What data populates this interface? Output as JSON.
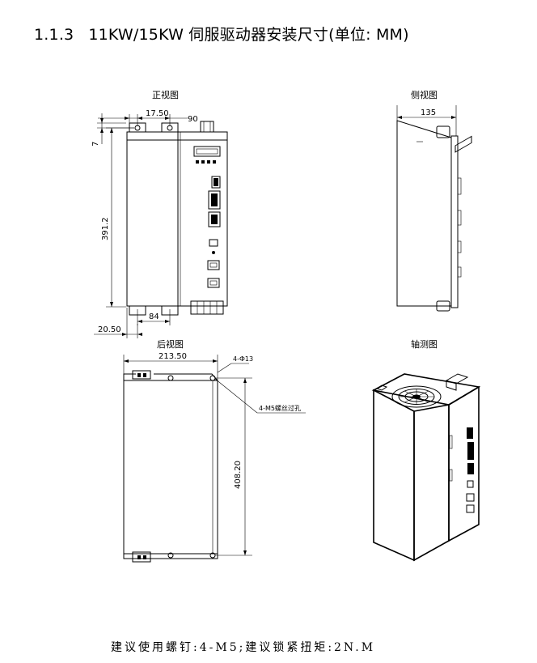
{
  "heading": {
    "section": "1.1.3",
    "title": "11KW/15KW  伺服驱动器安装尺寸(单位: MM)"
  },
  "views": {
    "front": "正视图",
    "side": "侧视图",
    "back": "后视图",
    "iso": "轴测图"
  },
  "dimensions": {
    "front_offset": "17.50",
    "front_hole_spacing": "90",
    "front_top": "7",
    "front_height": "391.2",
    "front_bottom_spacing": "84",
    "front_bottom_offset": "20.50",
    "side_depth": "135",
    "back_width": "213.50",
    "back_holes": "4-Ф13",
    "back_height": "408.20",
    "back_callout": "4-M5螺丝过孔"
  },
  "footnote": "建议使用螺钉:4-M5;建议锁紧扭矩:2N.M"
}
